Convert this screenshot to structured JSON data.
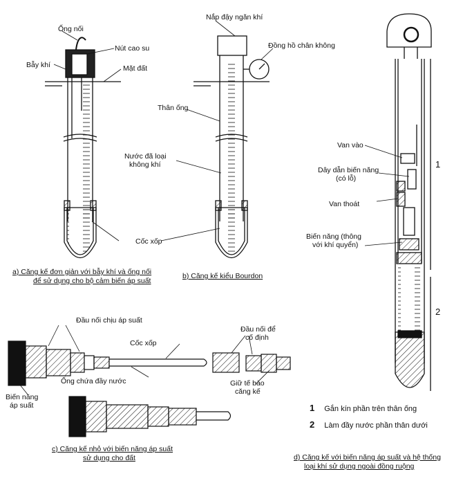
{
  "panel_a": {
    "labels": {
      "ong_noi": "Ống nối",
      "nut_cao_su": "Nút  cao su",
      "bay_khi": "Bẫy khí",
      "mat_dat": "Mặt đất",
      "nuoc_line1": "Nước đã loại",
      "nuoc_line2": "không khí",
      "coc_xop": "Cốc xốp"
    },
    "caption_line1": "a)  Căng kế đơn giản với bẫy khí và ống nối",
    "caption_line2": "để sử dụng cho bộ cảm biến áp suất"
  },
  "panel_b": {
    "labels": {
      "nap_day": "Nắp đậy ngăn khí",
      "dong_ho": "Đồng hồ chân không",
      "than_ong": "Thân ống"
    },
    "caption": "b)  Căng kế kiểu Bourdon"
  },
  "panel_c": {
    "labels": {
      "dau_noi_ap_suat": "Đầu nối chịu áp suất",
      "coc_xop": "Cốc xốp",
      "dau_noi_co_dinh_1": "Đầu nối để",
      "dau_noi_co_dinh_2": "cố định",
      "ong_chua": "Ống chứa đầy nước",
      "bien_nang_1": "Biến năng",
      "bien_nang_2": "áp suất",
      "giu_te_bao_1": "Giữ tế bào",
      "giu_te_bao_2": "căng kế"
    },
    "caption_line1": "c) Căng kế nhỏ với biến năng áp suất",
    "caption_line2": "sử dụng cho đất"
  },
  "panel_d": {
    "labels": {
      "van_vao": "Van vào",
      "day_dan_1": "Dây dẫn biến năng",
      "day_dan_2": "(có lỗ)",
      "van_thoat": "Van thoát",
      "bien_nang_1": "Biến năng (thông",
      "bien_nang_2": "với khí quyển)",
      "marker_1": "1",
      "marker_2": "2"
    },
    "legend": [
      {
        "num": "1",
        "text": "Gắn kín phần trên thân ống"
      },
      {
        "num": "2",
        "text": "Làm đầy nước phần thân dưới"
      }
    ],
    "caption_line1": "d)  Căng kế với biến năng áp suất và hệ thống",
    "caption_line2": "loại khí sử dụng ngoài đồng ruộng"
  }
}
